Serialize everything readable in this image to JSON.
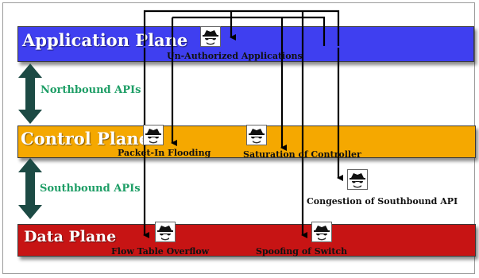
{
  "colors": {
    "application_plane": "#3f3ff0",
    "control_plane": "#f5a800",
    "data_plane": "#c71414",
    "api_text": "#1e9e66",
    "double_arrow": "#1c4a44",
    "attack_lines": "#000000"
  },
  "planes": {
    "application": {
      "title": "Application Plane"
    },
    "control": {
      "title": "Control Plane"
    },
    "data": {
      "title": "Data Plane"
    }
  },
  "apis": {
    "northbound": "Northbound APIs",
    "southbound": "Southbound APIs"
  },
  "attacks": {
    "unauthorized_applications": "Un-Authorized Applications",
    "packet_in_flooding": "Packet-In Flooding",
    "saturation_of_controller": "Saturation of Controller",
    "congestion_of_southbound_api": "Congestion of Southbound API",
    "flow_table_overflow": "Flow Table Overflow",
    "spoofing_of_switch": "Spoofing of Switch"
  },
  "icons": {
    "attacker": "spy-icon"
  }
}
